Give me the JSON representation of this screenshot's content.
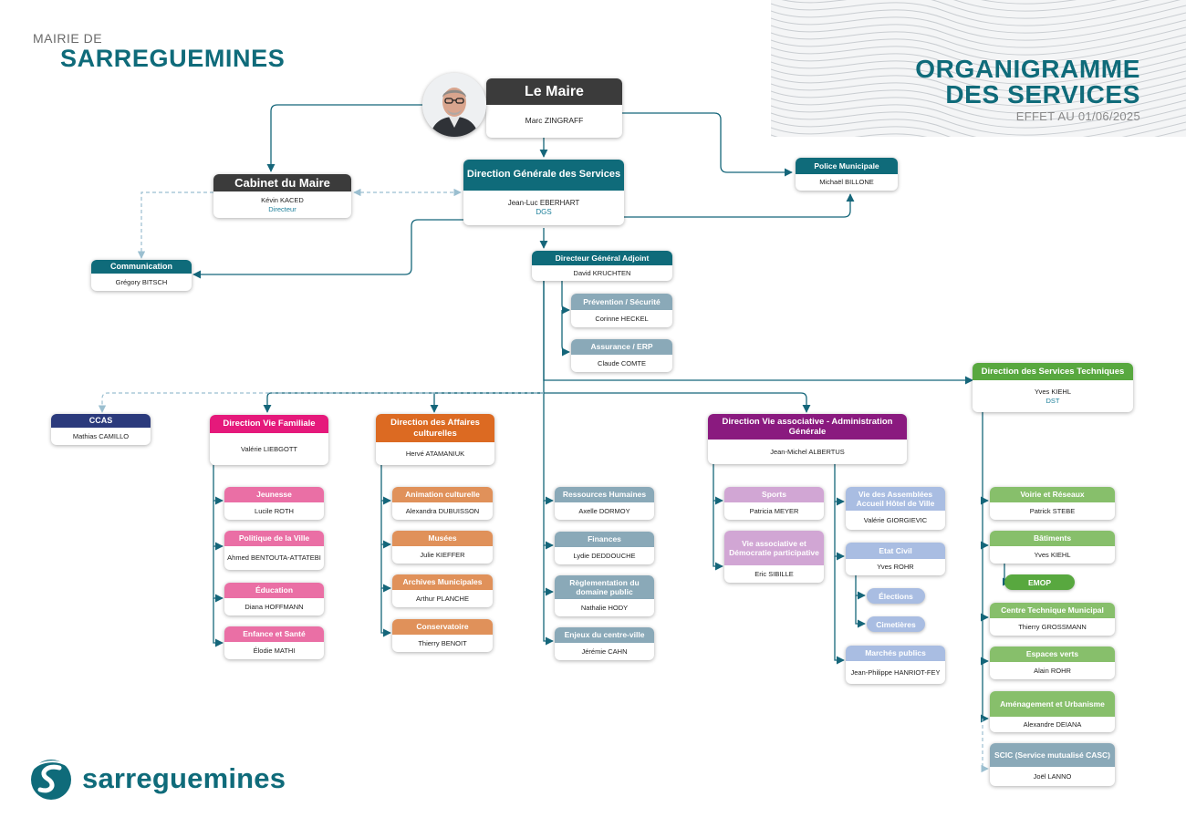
{
  "header": {
    "mairie_de": "MAIRIE DE",
    "city": "SARREGUEMINES",
    "title_line1": "ORGANIGRAMME",
    "title_line2": "DES SERVICES",
    "effective_date": "EFFET AU 01/06/2025"
  },
  "footer": {
    "logo_text": "sarreguemines"
  },
  "colors": {
    "teal": "#0f6b7a",
    "dark": "#3b3b3b",
    "pink": "#e5197b",
    "pink_light": "#ea6fa5",
    "orange": "#dc6a22",
    "orange_light": "#e0915a",
    "purple": "#8a1a7f",
    "lilac": "#d1a6d4",
    "blue_light": "#a9bde2",
    "green": "#58a83f",
    "green_light": "#87bf6b",
    "navy": "#2b3a7c",
    "gray_blue": "#8aa9b8"
  },
  "nodes": {
    "maire": {
      "title": "Le Maire",
      "name": "Marc ZINGRAFF"
    },
    "cabinet": {
      "title": "Cabinet du Maire",
      "name": "Kévin KACED",
      "role": "Directeur"
    },
    "dgs": {
      "title": "Direction Générale des Services",
      "name": "Jean-Luc EBERHART",
      "role": "DGS"
    },
    "police": {
      "title": "Police Municipale",
      "name": "Michaël BILLONE"
    },
    "communication": {
      "title": "Communication",
      "name": "Grégory BITSCH"
    },
    "dga": {
      "title": "Directeur Général Adjoint",
      "name": "David KRUCHTEN"
    },
    "prevention": {
      "title": "Prévention / Sécurité",
      "name": "Corinne HECKEL"
    },
    "assurance": {
      "title": "Assurance / ERP",
      "name": "Claude COMTE"
    },
    "dst": {
      "title": "Direction des Services Techniques",
      "name": "Yves KIEHL",
      "role": "DST"
    },
    "ccas": {
      "title": "CCAS",
      "name": "Mathias CAMILLO"
    },
    "dvf": {
      "title": "Direction Vie Familiale",
      "name": "Valérie LIEBGOTT"
    },
    "dac": {
      "title": "Direction des Affaires culturelles",
      "name": "Hervé ATAMANIUK"
    },
    "dva": {
      "title": "Direction Vie associative - Administration Générale",
      "name": "Jean-Michel ALBERTUS"
    },
    "jeunesse": {
      "title": "Jeunesse",
      "name": "Lucile ROTH"
    },
    "politique": {
      "title": "Politique de la Ville",
      "name": "Ahmed BENTOUTA-ATTATEBI"
    },
    "education": {
      "title": "Éducation",
      "name": "Diana HOFFMANN"
    },
    "enfance": {
      "title": "Enfance et Santé",
      "name": "Élodie MATHI"
    },
    "animation": {
      "title": "Animation culturelle",
      "name": "Alexandra DUBUISSON"
    },
    "musees": {
      "title": "Musées",
      "name": "Julie KIEFFER"
    },
    "archives": {
      "title": "Archives Municipales",
      "name": "Arthur PLANCHE"
    },
    "conservatoire": {
      "title": "Conservatoire",
      "name": "Thierry BENOIT"
    },
    "rh": {
      "title": "Ressources Humaines",
      "name": "Axelle DORMOY"
    },
    "finances": {
      "title": "Finances",
      "name": "Lydie DEDDOUCHE"
    },
    "reglementation": {
      "title": "Règlementation du domaine public",
      "name": "Nathalie HODY"
    },
    "enjeux": {
      "title": "Enjeux du centre-ville",
      "name": "Jérémie CAHN"
    },
    "sports": {
      "title": "Sports",
      "name": "Patricia MEYER"
    },
    "vieasso": {
      "title": "Vie associative et Démocratie participative",
      "name": "Eric SIBILLE"
    },
    "assemblees": {
      "title": "Vie des Assemblées Accueil Hôtel de Ville",
      "name": "Valérie GIORGIEVIC"
    },
    "etatcivil": {
      "title": "Etat Civil",
      "name": "Yves ROHR"
    },
    "elections": {
      "title": "Élections"
    },
    "cimetieres": {
      "title": "Cimetières"
    },
    "marches": {
      "title": "Marchés publics",
      "name": "Jean-Philippe HANRIOT-FEY"
    },
    "voirie": {
      "title": "Voirie et Réseaux",
      "name": "Patrick STEBE"
    },
    "batiments": {
      "title": "Bâtiments",
      "name": "Yves KIEHL"
    },
    "emop": {
      "title": "EMOP"
    },
    "ctm": {
      "title": "Centre Technique Municipal",
      "name": "Thierry GROSSMANN"
    },
    "espaces": {
      "title": "Espaces verts",
      "name": "Alain ROHR"
    },
    "amenagement": {
      "title": "Aménagement et Urbanisme",
      "name": "Alexandre DEIANA"
    },
    "scic": {
      "title": "SCIC (Service mutualisé CASC)",
      "name": "Joël LANNO"
    }
  }
}
